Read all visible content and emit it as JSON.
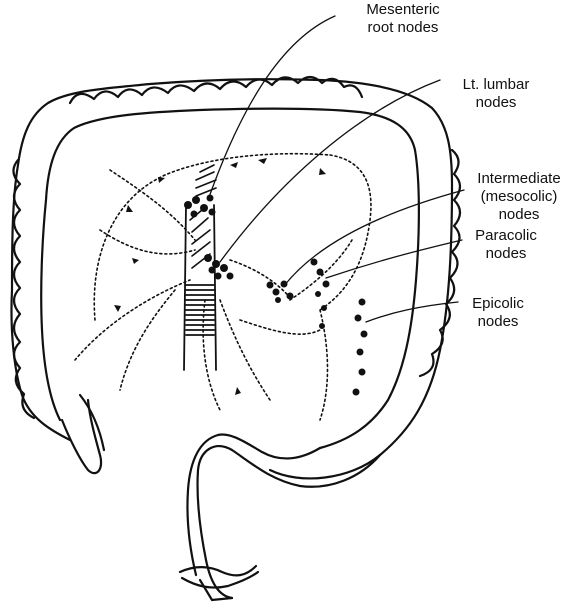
{
  "labels": {
    "mesenteric_root": {
      "line1": "Mesenteric",
      "line2": "root nodes"
    },
    "lt_lumbar": {
      "line1": "Lt. lumbar",
      "line2": "nodes"
    },
    "intermediate": {
      "line1": "Intermediate",
      "line2": "(mesocolic)",
      "line3": "nodes"
    },
    "paracolic": {
      "line1": "Paracolic",
      "line2": "nodes"
    },
    "epicolic": {
      "line1": "Epicolic",
      "line2": "nodes"
    }
  }
}
